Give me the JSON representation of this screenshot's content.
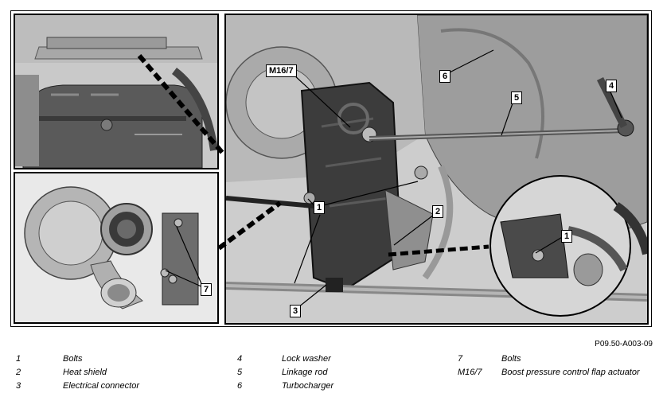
{
  "callouts": {
    "m16_7": "M16/7",
    "n6": "6",
    "n5": "5",
    "n4": "4",
    "n1": "1",
    "n2": "2",
    "n3": "3",
    "n1_detail": "1",
    "n7": "7"
  },
  "reference": "P09.50-A003-09",
  "legend": [
    {
      "num": "1",
      "text": "Bolts"
    },
    {
      "num": "2",
      "text": "Heat shield"
    },
    {
      "num": "3",
      "text": "Electrical connector"
    },
    {
      "num": "4",
      "text": "Lock washer"
    },
    {
      "num": "5",
      "text": "Linkage rod"
    },
    {
      "num": "6",
      "text": "Turbocharger"
    },
    {
      "num": "7",
      "text": "Bolts"
    },
    {
      "num": "M16/7",
      "text": "Boost pressure control flap actuator"
    }
  ]
}
